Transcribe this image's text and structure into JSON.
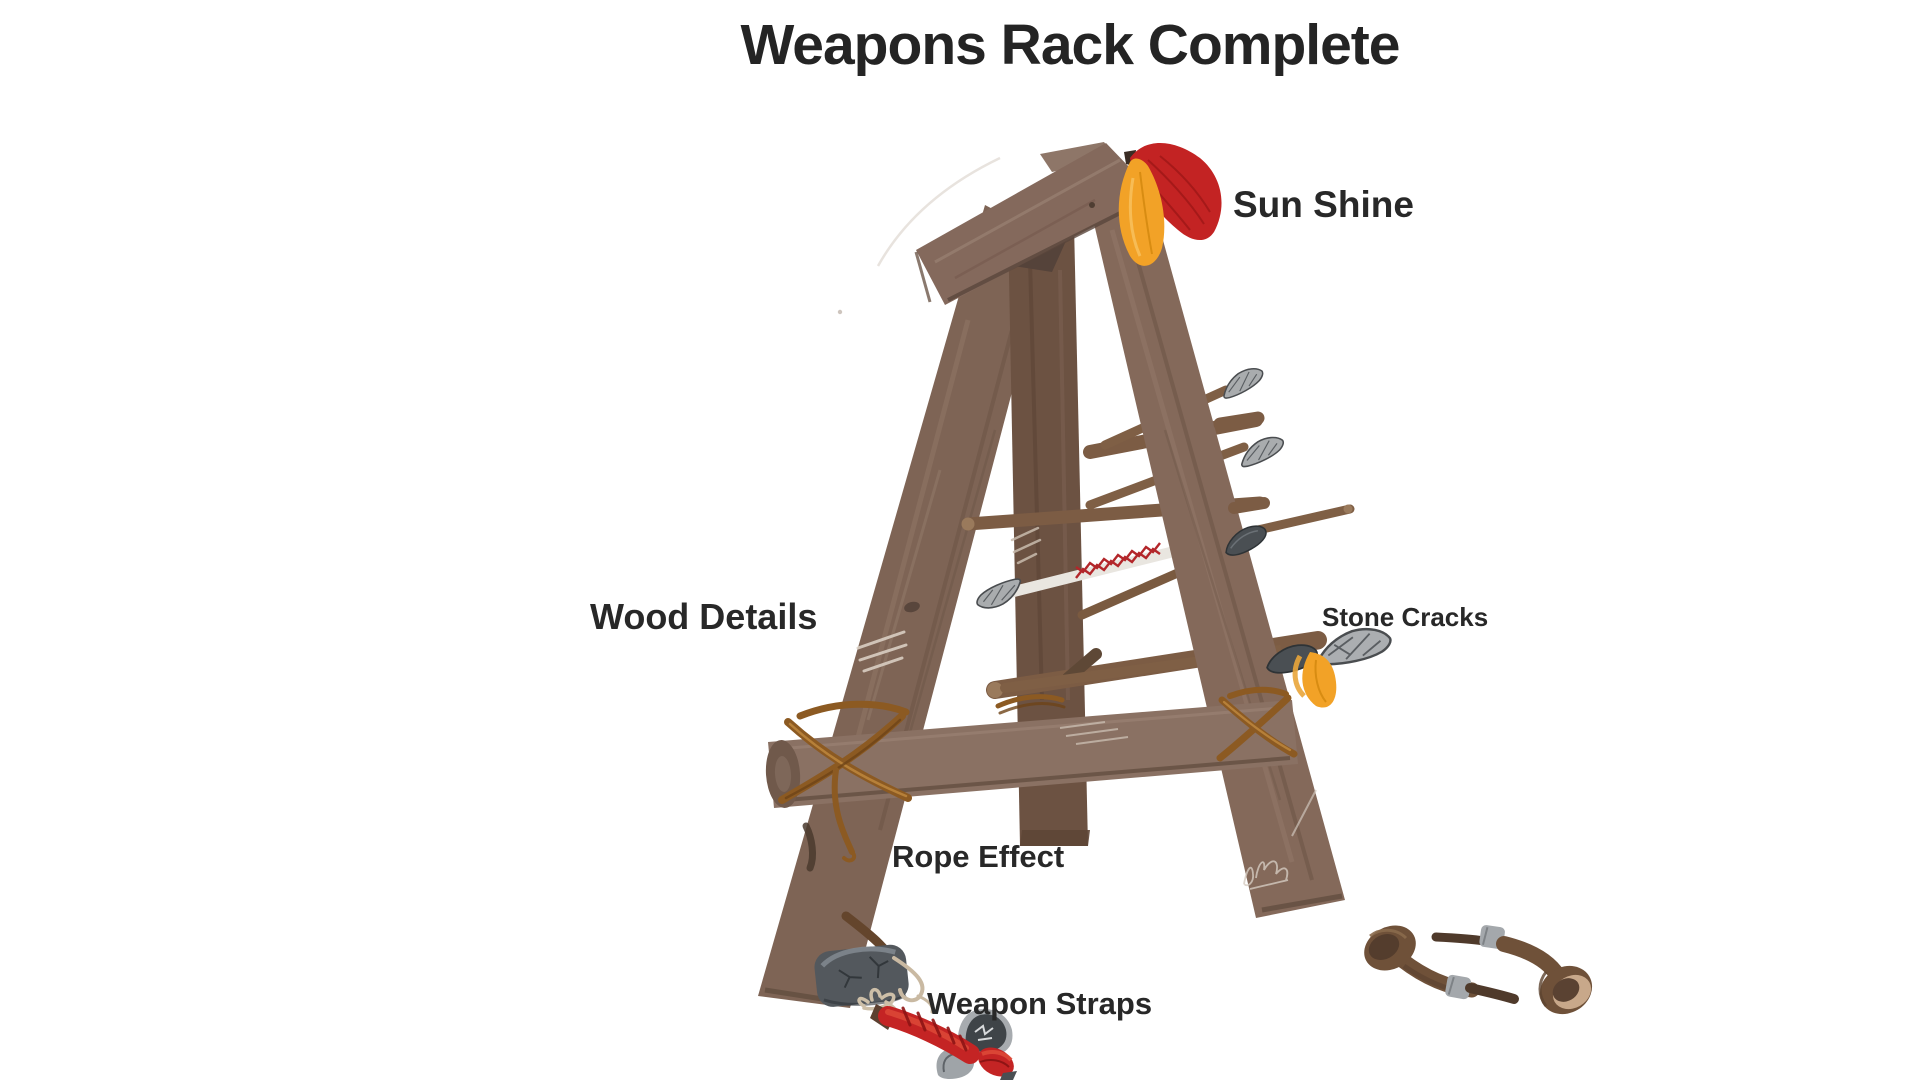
{
  "title": "Weapons Rack Complete",
  "labels": {
    "sun_shine": "Sun Shine",
    "wood_details": "Wood Details",
    "stone_cracks": "Stone Cracks",
    "rope_effect": "Rope Effect",
    "weapon_straps": "Weapon Straps"
  },
  "illustration": {
    "parts": [
      "top-beam",
      "left-leg",
      "right-leg",
      "center-post",
      "spear-rails",
      "stone-tipped-spears",
      "laced-spear",
      "red-feather",
      "orange-feather",
      "bottom-crossbar",
      "rope-lashings",
      "stone-maul",
      "red-wrapped-tomahawk",
      "wooden-clubs",
      "artist-signature"
    ]
  },
  "colors": {
    "background": "#ffffff",
    "text": "#282828",
    "wood_light": "#8a7163",
    "wood_mid": "#7e6455",
    "wood_dark": "#6c5242",
    "rope": "#8c5a22",
    "feather_red": "#c32323",
    "feather_orange": "#f2a227",
    "stone_light": "#a7abaf",
    "stone_dark": "#43484c",
    "wrap_red": "#c42424"
  }
}
